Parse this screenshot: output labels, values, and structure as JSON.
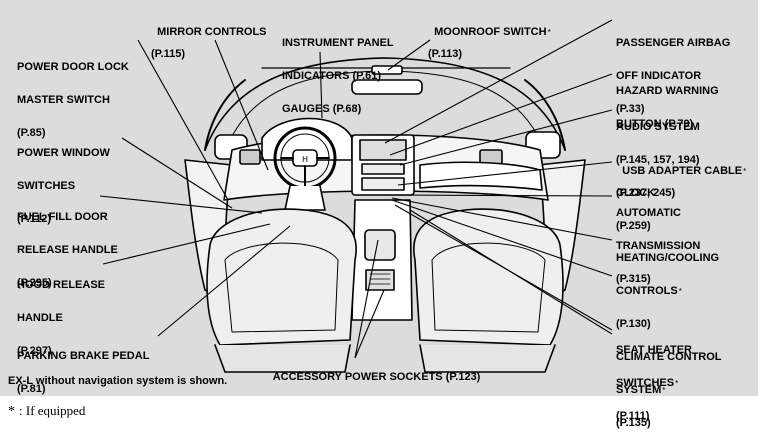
{
  "callouts": {
    "mirror_controls": {
      "title": "MIRROR CONTROLS",
      "ref": "(P.115)"
    },
    "instrument_panel": {
      "title": "INSTRUMENT PANEL",
      "title2": "INDICATORS (P.61)",
      "title3": "GAUGES (P.68)"
    },
    "moonroof": {
      "title": "MOONROOF SWITCH",
      "mark": "*",
      "ref": "(P.113)"
    },
    "passenger_airbag": {
      "title": "PASSENGER AIRBAG",
      "title2": "OFF INDICATOR",
      "ref": "(P.33)"
    },
    "power_door_lock": {
      "title": "POWER DOOR LOCK",
      "title2": "MASTER SWITCH",
      "ref": "(P.85)"
    },
    "hazard": {
      "title": "HAZARD WARNING",
      "title2": "BUTTON (P.79)"
    },
    "audio": {
      "title": "AUDIO SYSTEM",
      "ref": "(P.145, 157, 194)",
      "title2": "CLOCK",
      "ref2": "(P.259)"
    },
    "power_window": {
      "title": "POWER WINDOW",
      "title2": "SWITCHES",
      "ref": "(P.112)"
    },
    "usb": {
      "title": "USB ADAPTER CABLE",
      "mark": "*",
      "ref": "(P.237, 245)"
    },
    "fuel_door": {
      "title": "FUEL FILL DOOR",
      "title2": "RELEASE HANDLE",
      "ref": "(P.295)"
    },
    "transmission": {
      "title": "AUTOMATIC",
      "title2": "TRANSMISSION",
      "ref": "(P.315)"
    },
    "heating": {
      "title": "HEATING/COOLING",
      "title2": "CONTROLS",
      "mark": "*",
      "ref": "(P.130)",
      "title3": "CLIMATE CONTROL",
      "title4": "SYSTEM",
      "mark2": "*",
      "ref2": "(P.135)"
    },
    "hood": {
      "title": "HOOD RELEASE",
      "title2": "HANDLE",
      "ref": "(P.297)"
    },
    "parking_brake": {
      "title": "PARKING BRAKE PEDAL",
      "ref": "(P.81)"
    },
    "seat_heater": {
      "title": "SEAT HEATER",
      "title2": "SWITCHES",
      "mark": "*",
      "ref": "(P.111)"
    },
    "accessory": {
      "title": "ACCESSORY POWER SOCKETS (P.123)"
    }
  },
  "caption": "EX-L without navigation system is shown.",
  "footnote": {
    "mark": "*",
    "text": ": If equipped"
  }
}
